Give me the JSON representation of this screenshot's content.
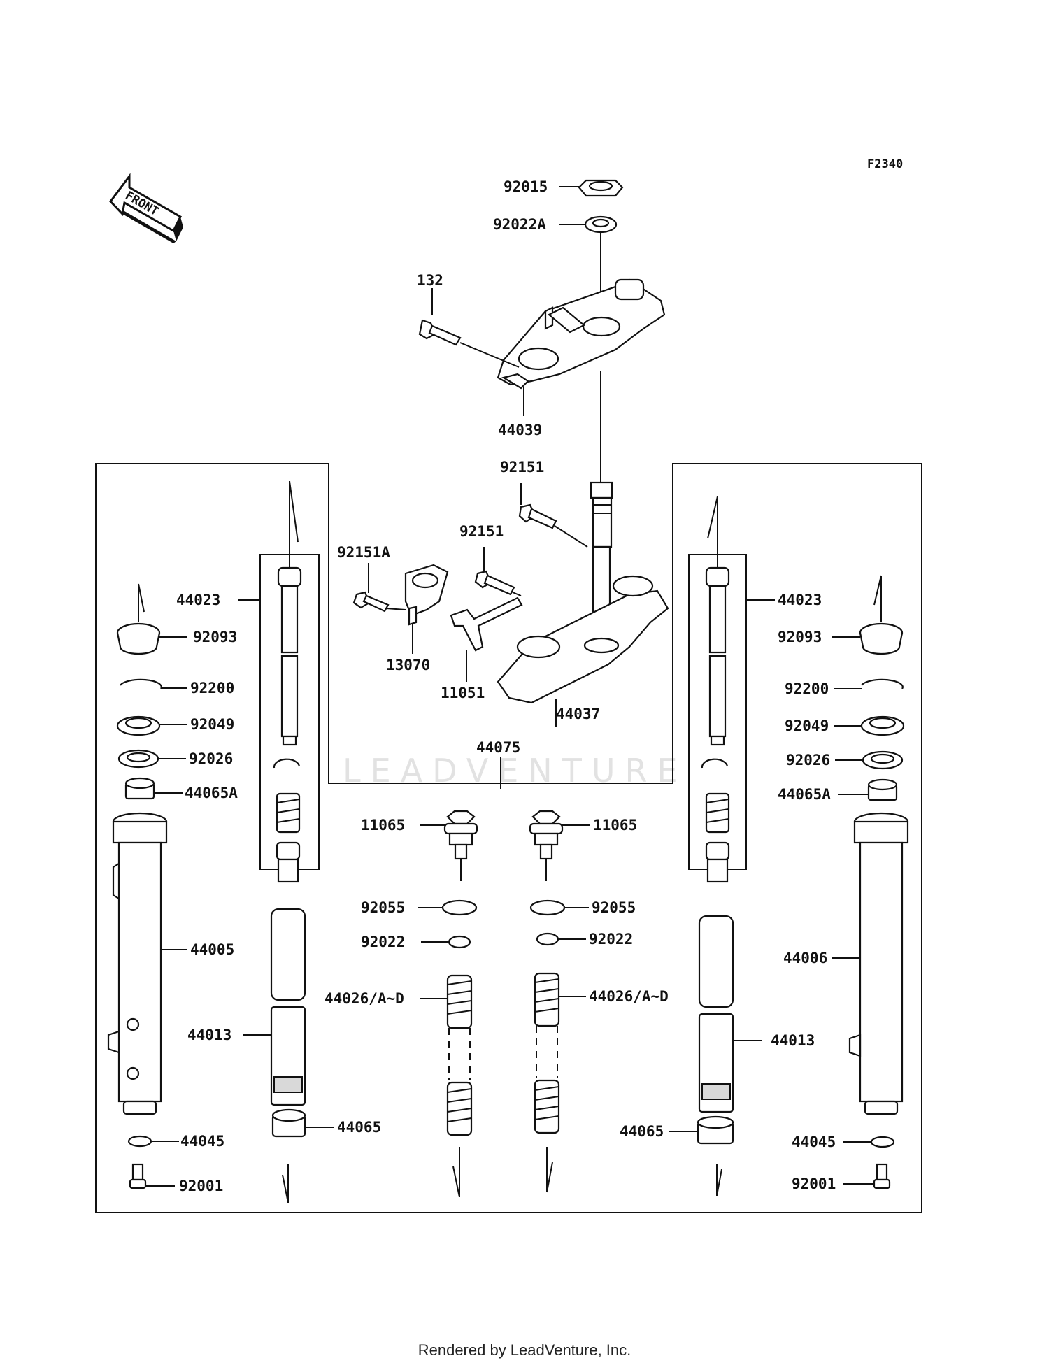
{
  "diagram": {
    "figure_code": "F2340",
    "front_arrow_label": "FRONT",
    "watermark": "LEADVENTURE",
    "footer": "Rendered by LeadVenture, Inc."
  },
  "labels": {
    "p92015": "92015",
    "p92022A": "92022A",
    "p132": "132",
    "p44039": "44039",
    "p92151_top": "92151",
    "p92151_mid": "92151",
    "p92151A": "92151A",
    "p13070": "13070",
    "p11051": "11051",
    "p44037": "44037",
    "p44075": "44075",
    "l44023": "44023",
    "l92093": "92093",
    "l92200": "92200",
    "l92049": "92049",
    "l92026": "92026",
    "l44065A": "44065A",
    "l44005": "44005",
    "l44013": "44013",
    "l44065": "44065",
    "l44045": "44045",
    "l92001": "92001",
    "r44023": "44023",
    "r92093": "92093",
    "r92200": "92200",
    "r92049": "92049",
    "r92026": "92026",
    "r44065A": "44065A",
    "r44006": "44006",
    "r44013": "44013",
    "r44065": "44065",
    "r44045": "44045",
    "r92001": "92001",
    "c11065_l": "11065",
    "c11065_r": "11065",
    "c92055_l": "92055",
    "c92055_r": "92055",
    "c92022_l": "92022",
    "c92022_r": "92022",
    "c44026_l": "44026/A~D",
    "c44026_r": "44026/A~D"
  }
}
